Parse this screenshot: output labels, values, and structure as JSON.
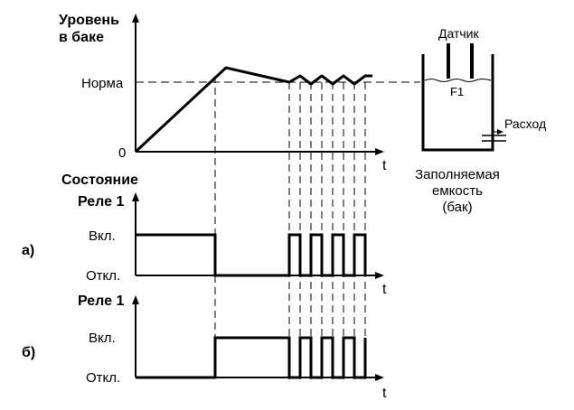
{
  "labels": {
    "level_title_line1": "Уровень",
    "level_title_line2": "в баке",
    "norm": "Норма",
    "zero": "0",
    "t": "t",
    "state": "Состояние",
    "relay": "Реле 1",
    "on": "Вкл.",
    "off": "Откл.",
    "case_a": "а)",
    "case_b": "б)",
    "sensor": "Датчик",
    "sensor_level": "F1",
    "outflow": "Расход",
    "tank_caption_line1": "Заполняемая",
    "tank_caption_line2": "емкость",
    "tank_caption_line3": "(бак)"
  },
  "colors": {
    "ink": "#000000",
    "background": "#ffffff"
  }
}
